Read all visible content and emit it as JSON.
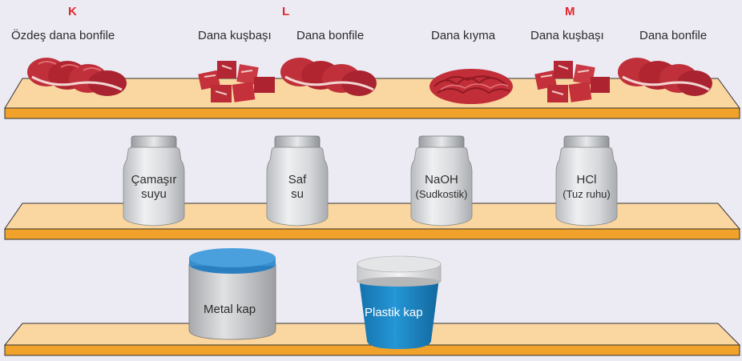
{
  "letters": {
    "k": "K",
    "l": "L",
    "m": "M"
  },
  "top_shelf": {
    "items": [
      {
        "label": "Özdeş dana bonfile",
        "kind": "bonfile"
      },
      {
        "label": "Dana kuşbaşı",
        "kind": "kusbasi"
      },
      {
        "label": "Dana bonfile",
        "kind": "bonfile"
      },
      {
        "label": "Dana kıyma",
        "kind": "kiyma"
      },
      {
        "label": "Dana kuşbaşı",
        "kind": "kusbasi"
      },
      {
        "label": "Dana bonfile",
        "kind": "bonfile"
      }
    ]
  },
  "jars": [
    {
      "line1": "Çamaşır",
      "line2": "suyu"
    },
    {
      "line1": "Saf",
      "line2": "su"
    },
    {
      "line1": "NaOH",
      "line2": "(Sudkostik)"
    },
    {
      "line1": "HCl",
      "line2": "(Tuz ruhu)"
    }
  ],
  "containers": {
    "metal": {
      "label": "Metal kap",
      "color": "#3a8fd0"
    },
    "plastic": {
      "label": "Plastik kap",
      "color": "#1d86c6"
    }
  },
  "colors": {
    "shelf": "#fad6a0",
    "shelf_edge": "#f0a22a",
    "meat": "#b8242f",
    "background": "#ecebf4"
  }
}
